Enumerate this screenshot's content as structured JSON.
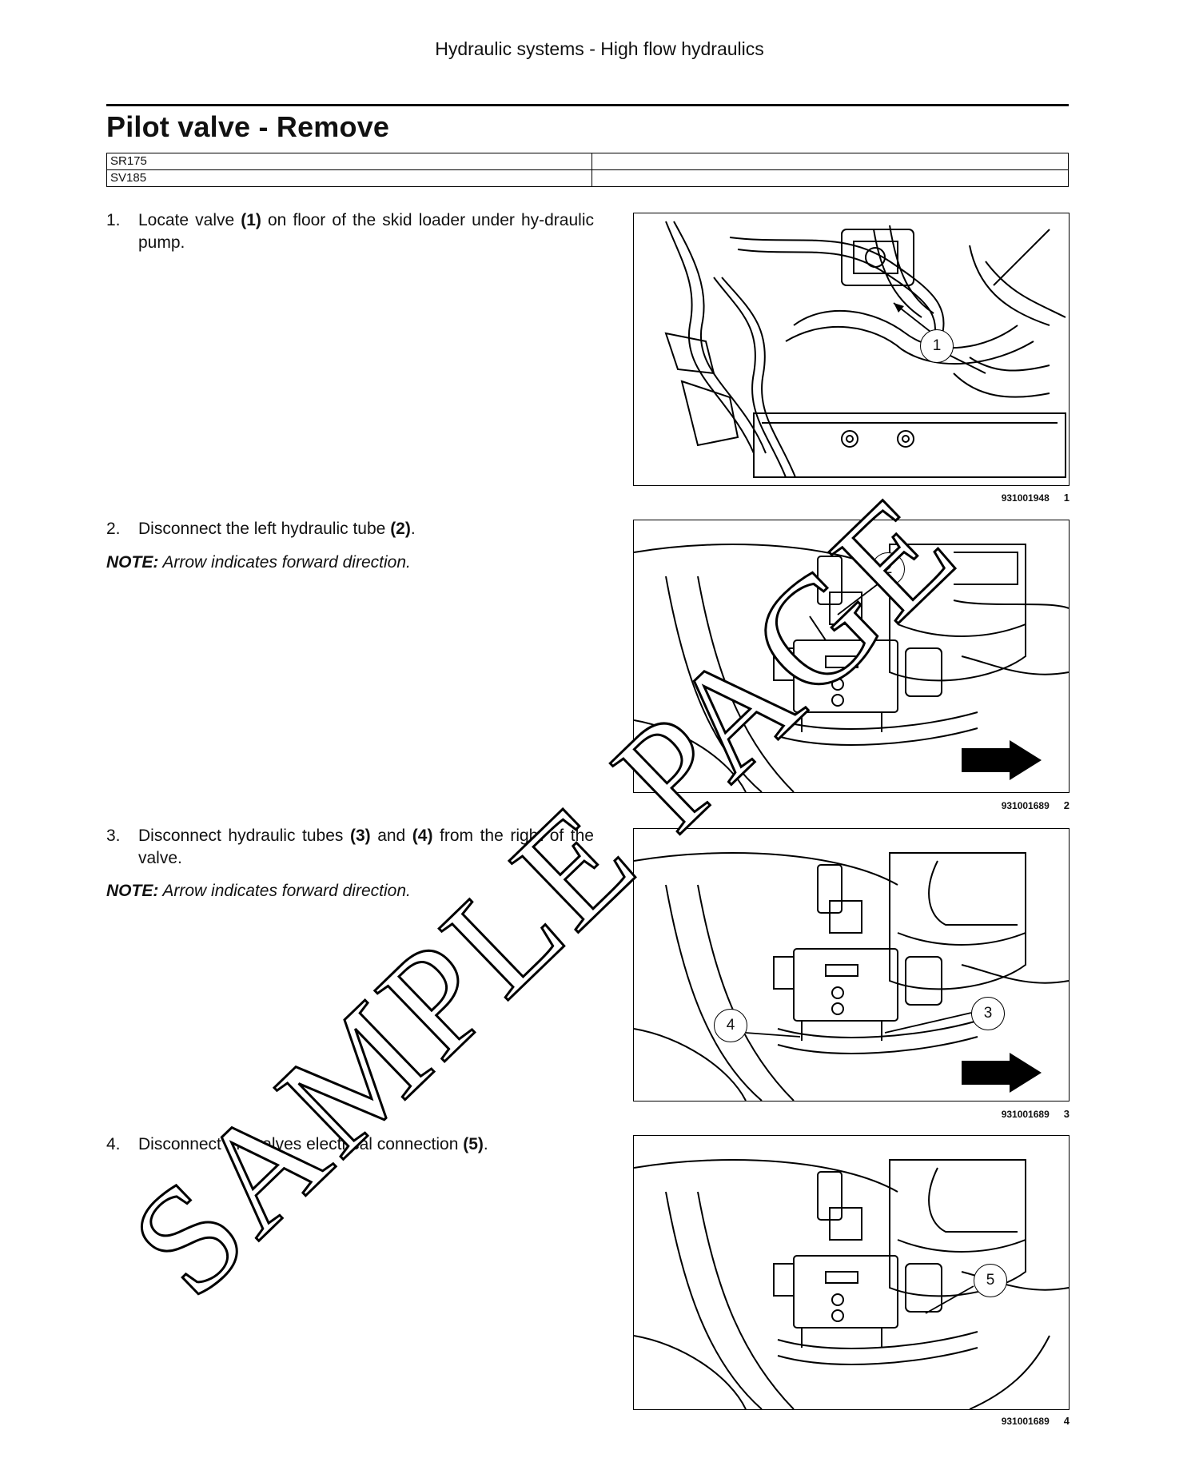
{
  "header": {
    "running_title": "Hydraulic systems - High flow hydraulics"
  },
  "section": {
    "title": "Pilot valve - Remove"
  },
  "models": [
    {
      "name": "SR175",
      "detail": ""
    },
    {
      "name": "SV185",
      "detail": ""
    }
  ],
  "steps": [
    {
      "number": "1.",
      "pre": "Locate valve ",
      "b1": "(1)",
      "mid": " on floor of the skid loader under hy-draulic pump.",
      "b2": "",
      "post": ""
    },
    {
      "number": "2.",
      "pre": "Disconnect the left hydraulic tube ",
      "b1": "(2)",
      "mid": ".",
      "b2": "",
      "post": ""
    },
    {
      "number": "3.",
      "pre": "Disconnect hydraulic tubes ",
      "b1": "(3)",
      "mid": " and ",
      "b2": "(4)",
      "post": " from the right of the valve."
    },
    {
      "number": "4.",
      "pre": "Disconnect the valves electrical connection ",
      "b1": "(5)",
      "mid": ".",
      "b2": "",
      "post": ""
    }
  ],
  "notes": [
    {
      "label": "NOTE:",
      "text": " Arrow indicates forward direction."
    },
    {
      "label": "NOTE:",
      "text": " Arrow indicates forward direction."
    }
  ],
  "figures": [
    {
      "ref": "931001948",
      "number": "1",
      "callouts": [
        "1"
      ]
    },
    {
      "ref": "931001689",
      "number": "2",
      "callouts": [
        "2"
      ]
    },
    {
      "ref": "931001689",
      "number": "3",
      "callouts": [
        "4",
        "3"
      ]
    },
    {
      "ref": "931001689",
      "number": "4",
      "callouts": [
        "5"
      ]
    }
  ],
  "watermark": "SAMPLE PAGE"
}
